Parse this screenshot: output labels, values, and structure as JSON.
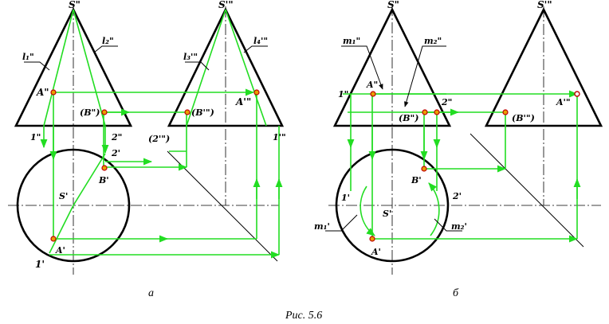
{
  "figure": {
    "caption": "Рис. 5.6",
    "panel_a": {
      "tag": "а",
      "labels": {
        "s_front": "S\"",
        "s_side": "S'\"",
        "l1": "l₁\"",
        "l2": "l₂\"",
        "l3": "l₃'\"",
        "l4": "l₄'\"",
        "a_front": "A\"",
        "a_side": "A'\"",
        "b_front": "(B\")",
        "b_side": "(B'\")",
        "pt1_front": "1\"",
        "pt2_front": "2\"",
        "pt2_side": "(2'\")",
        "pt1_side": "1'\"",
        "pt2_plan": "2'",
        "b_plan": "B'",
        "s_plan": "S'",
        "a_plan": "A'",
        "pt1_plan": "1'"
      }
    },
    "panel_b": {
      "tag": "б",
      "labels": {
        "s_front": "S\"",
        "s_side": "S'\"",
        "m1": "m₁\"",
        "m2": "m₂\"",
        "a_front": "A\"",
        "a_side": "A'\"",
        "pt1_front": "1\"",
        "pt2_front": "2\"",
        "b_front": "(B\")",
        "b_side": "(B'\")",
        "b_plan": "B'",
        "pt1_plan": "1'",
        "pt2_plan": "2'",
        "s_plan": "S'",
        "m1_plan": "m₁'",
        "m2_plan": "m₂'",
        "a_plan": "A'"
      }
    }
  }
}
